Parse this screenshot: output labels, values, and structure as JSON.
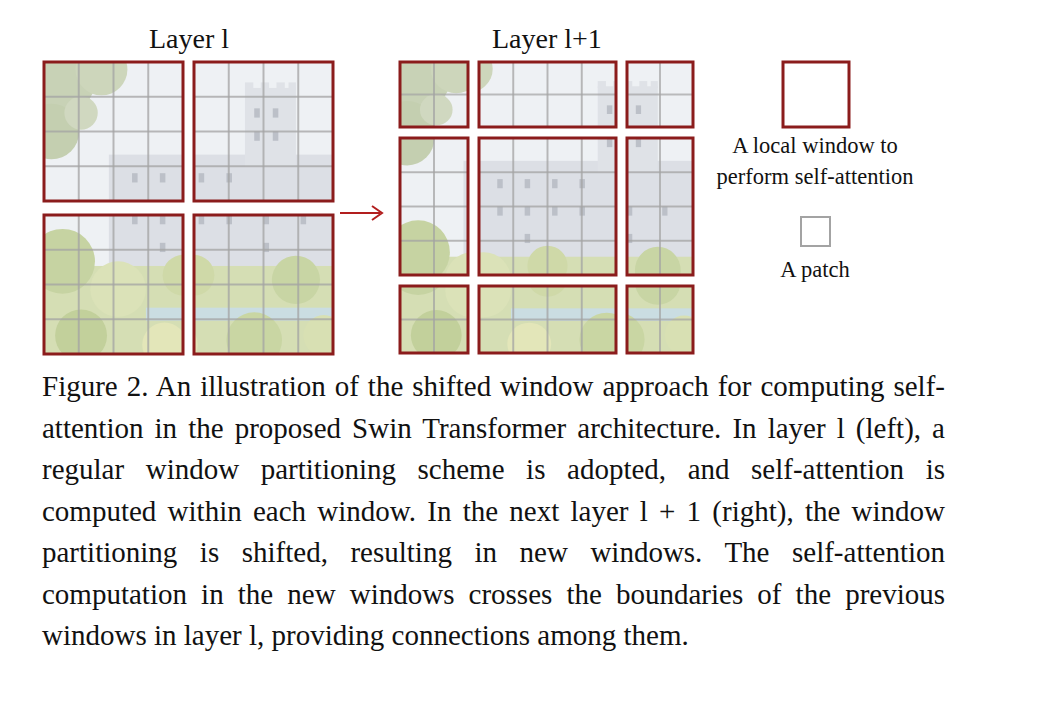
{
  "diagram": {
    "caption": "Figure 2. An illustration of the shifted window approach for computing self-attention in the proposed Swin Transformer architecture. In layer l (left), a regular window partitioning scheme is adopted, and self-attention is computed within each window. In the next layer l + 1 (right), the window partitioning is shifted, resulting in new windows. The self-attention computation in the new windows crosses the boundaries of the previous windows in layer l, providing connections among them.",
    "labels": [
      "Layer l",
      "Layer l+1"
    ],
    "legend": [
      {
        "text": "A local window to perform self-attention"
      },
      {
        "text": "A patch"
      }
    ]
  }
}
